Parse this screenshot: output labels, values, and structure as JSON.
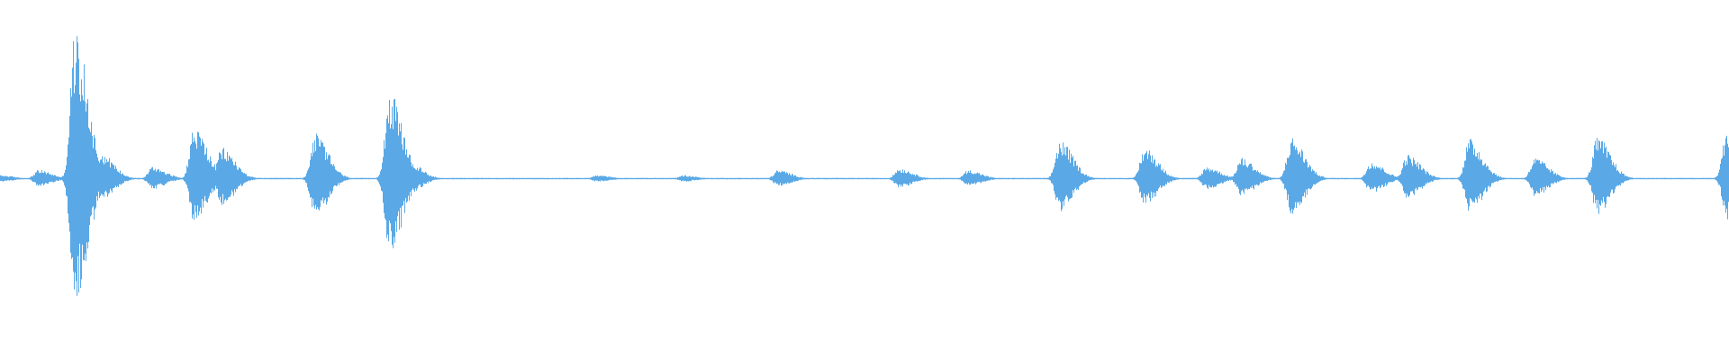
{
  "waveform": {
    "color": "#5aa9e6",
    "background": "#ffffff",
    "amplitude_scale": 1,
    "events": [
      {
        "t": 0.0,
        "a": 0.02
      },
      {
        "t": 0.022,
        "a": 0.05
      },
      {
        "t": 0.043,
        "a": 0.85
      },
      {
        "t": 0.058,
        "a": 0.15
      },
      {
        "t": 0.088,
        "a": 0.07
      },
      {
        "t": 0.112,
        "a": 0.3
      },
      {
        "t": 0.128,
        "a": 0.18
      },
      {
        "t": 0.182,
        "a": 0.26
      },
      {
        "t": 0.225,
        "a": 0.5
      },
      {
        "t": 0.236,
        "a": 0.1
      },
      {
        "t": 0.345,
        "a": 0.02
      },
      {
        "t": 0.395,
        "a": 0.02
      },
      {
        "t": 0.45,
        "a": 0.05
      },
      {
        "t": 0.52,
        "a": 0.06
      },
      {
        "t": 0.56,
        "a": 0.05
      },
      {
        "t": 0.613,
        "a": 0.22
      },
      {
        "t": 0.662,
        "a": 0.18
      },
      {
        "t": 0.698,
        "a": 0.07
      },
      {
        "t": 0.718,
        "a": 0.12
      },
      {
        "t": 0.747,
        "a": 0.24
      },
      {
        "t": 0.793,
        "a": 0.1
      },
      {
        "t": 0.814,
        "a": 0.14
      },
      {
        "t": 0.85,
        "a": 0.23
      },
      {
        "t": 0.888,
        "a": 0.12
      },
      {
        "t": 0.924,
        "a": 0.24
      },
      {
        "t": 0.999,
        "a": 0.28
      }
    ]
  }
}
